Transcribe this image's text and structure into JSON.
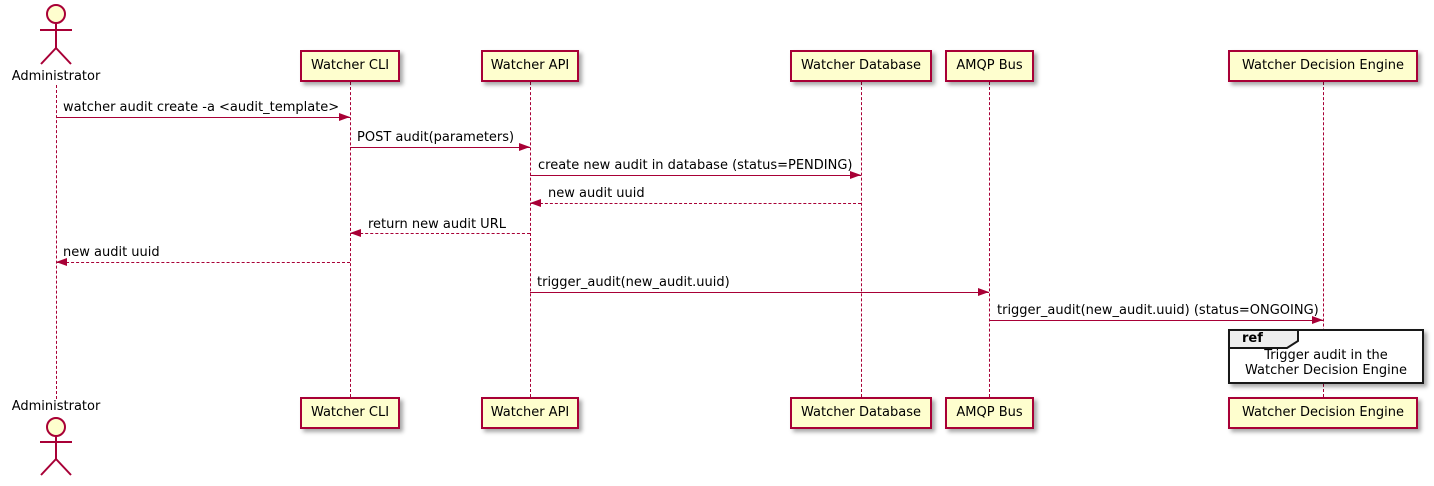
{
  "diagram_type": "uml-sequence-diagram",
  "participants": [
    {
      "name": "Administrator",
      "type": "actor"
    },
    {
      "name": "Watcher CLI",
      "type": "participant"
    },
    {
      "name": "Watcher API",
      "type": "participant"
    },
    {
      "name": "Watcher Database",
      "type": "participant"
    },
    {
      "name": "AMQP Bus",
      "type": "participant"
    },
    {
      "name": "Watcher Decision Engine",
      "type": "participant"
    }
  ],
  "messages": [
    {
      "from": "Administrator",
      "to": "Watcher CLI",
      "label": "watcher audit create -a <audit_template>",
      "line": "solid"
    },
    {
      "from": "Watcher CLI",
      "to": "Watcher API",
      "label": "POST audit(parameters)",
      "line": "solid"
    },
    {
      "from": "Watcher API",
      "to": "Watcher Database",
      "label": "create new audit in database (status=PENDING)",
      "line": "solid"
    },
    {
      "from": "Watcher Database",
      "to": "Watcher API",
      "label": "new audit uuid",
      "line": "dashed"
    },
    {
      "from": "Watcher API",
      "to": "Watcher CLI",
      "label": "return new audit URL",
      "line": "dashed"
    },
    {
      "from": "Watcher CLI",
      "to": "Administrator",
      "label": "new audit uuid",
      "line": "dashed"
    },
    {
      "from": "Watcher API",
      "to": "AMQP Bus",
      "label": "trigger_audit(new_audit.uuid)",
      "line": "solid"
    },
    {
      "from": "AMQP Bus",
      "to": "Watcher Decision Engine",
      "label": "trigger_audit(new_audit.uuid) (status=ONGOING)",
      "line": "solid"
    }
  ],
  "ref": {
    "keyword": "ref",
    "over": "Watcher Decision Engine",
    "lines": [
      "Trigger audit in the",
      "Watcher Decision Engine"
    ]
  },
  "colors": {
    "accent": "#a80036",
    "participant_fill": "#fefece",
    "ref_header_fill": "#eeeeee",
    "ref_border": "#181818",
    "text": "#000000",
    "background": "#ffffff"
  }
}
